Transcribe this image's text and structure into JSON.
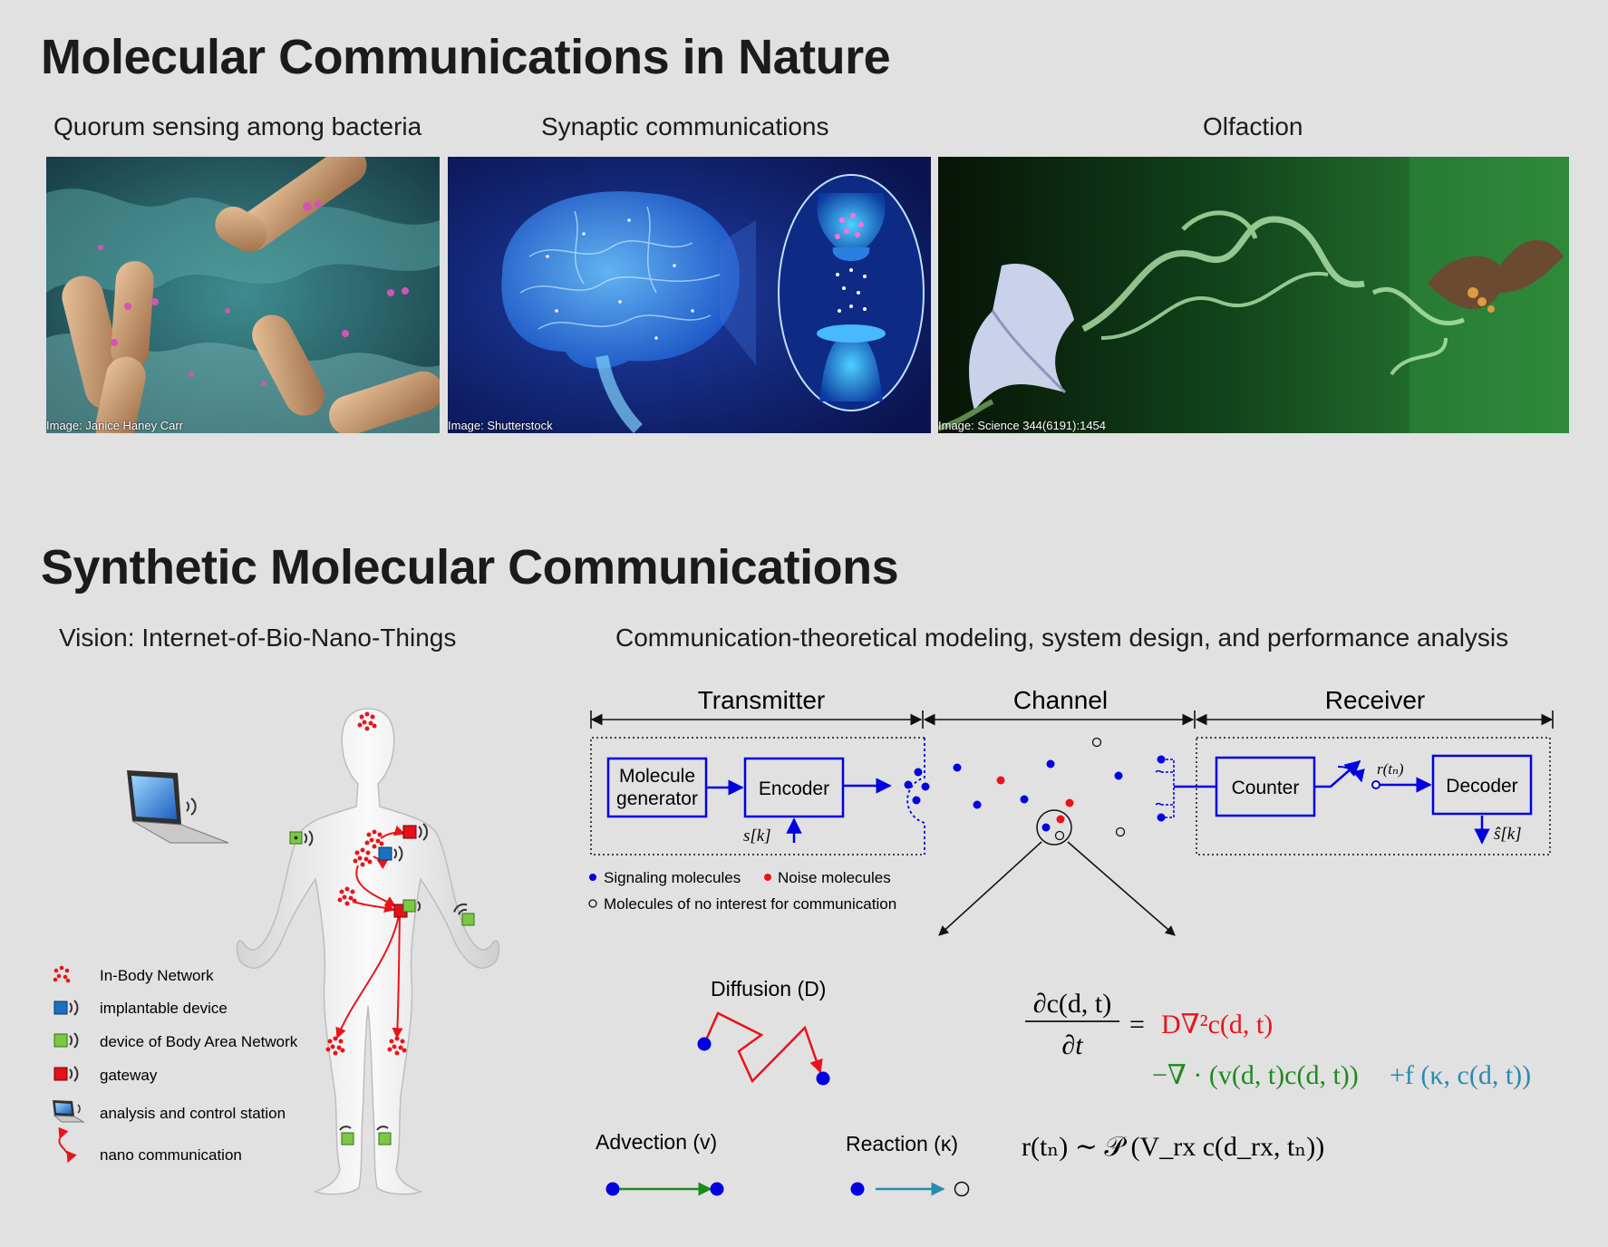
{
  "section_nature": {
    "title": "Molecular Communications in Nature",
    "panels": [
      {
        "caption": "Quorum sensing among bacteria",
        "credit": "Image: Janice Haney Carr"
      },
      {
        "caption": "Synaptic communications",
        "credit": "Image: Shutterstock"
      },
      {
        "caption": "Olfaction",
        "credit": "Image: Science 344(6191):1454"
      }
    ]
  },
  "section_synthetic": {
    "title": "Synthetic Molecular Communications",
    "vision_caption": "Vision: Internet-of-Bio-Nano-Things",
    "modeling_caption": "Communication-theoretical modeling, system design, and performance analysis"
  },
  "legend_iobnt": [
    {
      "icon": "in-body-network-icon",
      "label": "In-Body Network"
    },
    {
      "icon": "implantable-device-icon",
      "label": "implantable device"
    },
    {
      "icon": "body-area-network-device-icon",
      "label": "device of Body Area Network"
    },
    {
      "icon": "gateway-icon",
      "label": "gateway"
    },
    {
      "icon": "laptop-icon",
      "label": "analysis and control station"
    },
    {
      "icon": "nano-communication-arrow-icon",
      "label": "nano communication"
    }
  ],
  "block_diagram": {
    "transmitter_label": "Transmitter",
    "channel_label": "Channel",
    "receiver_label": "Receiver",
    "molecule_generator_line1": "Molecule",
    "molecule_generator_line2": "generator",
    "encoder_label": "Encoder",
    "input_symbol": "s[k]",
    "counter_label": "Counter",
    "decoder_label": "Decoder",
    "sample_label": "r(tₙ)",
    "output_symbol": "ŝ[k]",
    "legend_signaling": "Signaling molecules",
    "legend_noise": "Noise molecules",
    "legend_no_interest": "Molecules of no interest for communication"
  },
  "phenomena": {
    "diffusion": "Diffusion (D)",
    "advection": "Advection (v)",
    "reaction": "Reaction (κ)"
  },
  "equations": {
    "numerator": "∂c(d, t)",
    "denominator": "∂t",
    "equals": "=",
    "diffusion_term": "D∇²c(d, t)",
    "advection_term": "−∇ · (v(d, t)c(d, t))",
    "reaction_term": "+f (κ, c(d, t))",
    "observation": "r(tₙ) ∼ 𝒫 (V_rx c(d_rx, tₙ))"
  },
  "colors": {
    "background": "#e1e1e1",
    "blue": "#0000e0",
    "red": "#e8141a",
    "green": "#1e8a1e",
    "teal": "#2a8ab0",
    "device_green": "#7ac943",
    "device_blue": "#1c6fc1",
    "gateway_red": "#e4101a"
  }
}
